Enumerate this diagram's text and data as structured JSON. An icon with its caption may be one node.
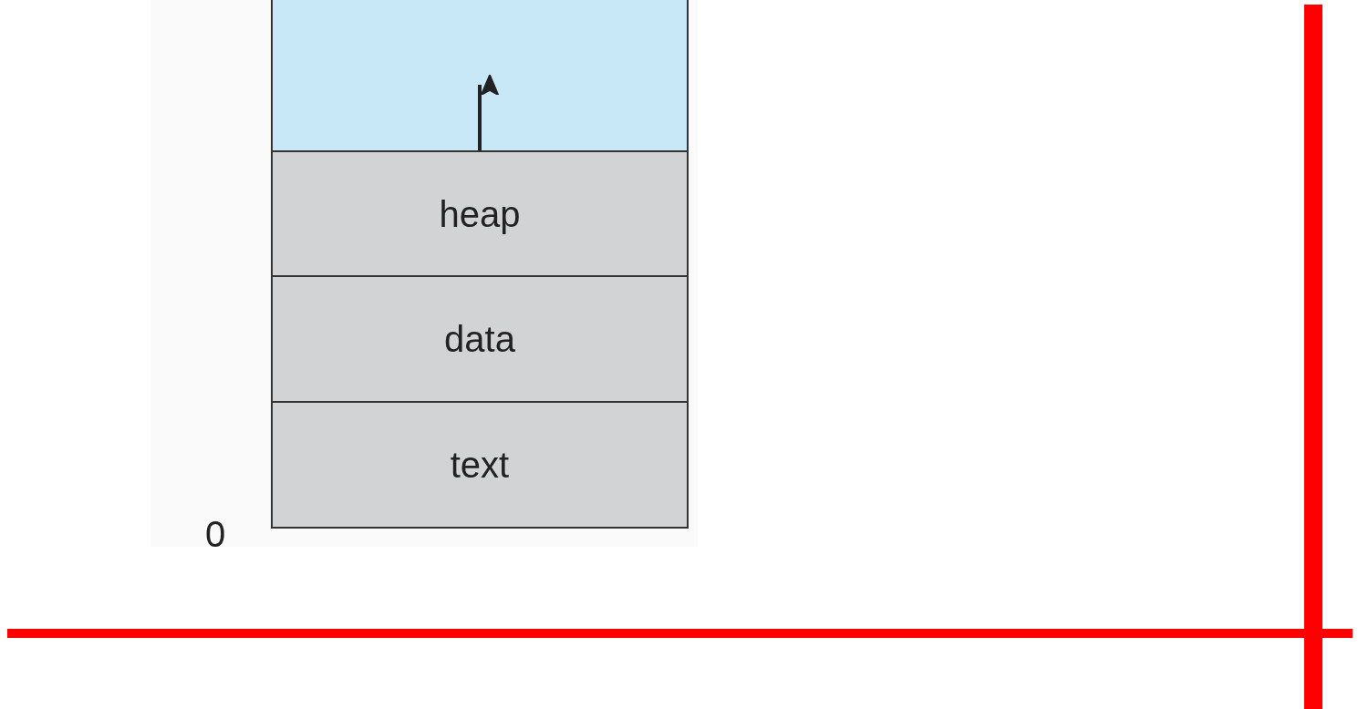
{
  "diagram": {
    "nodes": [
      {
        "text": [],
        "shape": "box"
      },
      {
        "text": [
          "heap"
        ]
      },
      {
        "text": [
          "data"
        ]
      },
      {
        "text": [
          "text"
        ]
      }
    ],
    "edges": [
      {
        "from": 1,
        "to": 0,
        "arrow": "to"
      }
    ],
    "labels": [
      "0"
    ]
  }
}
